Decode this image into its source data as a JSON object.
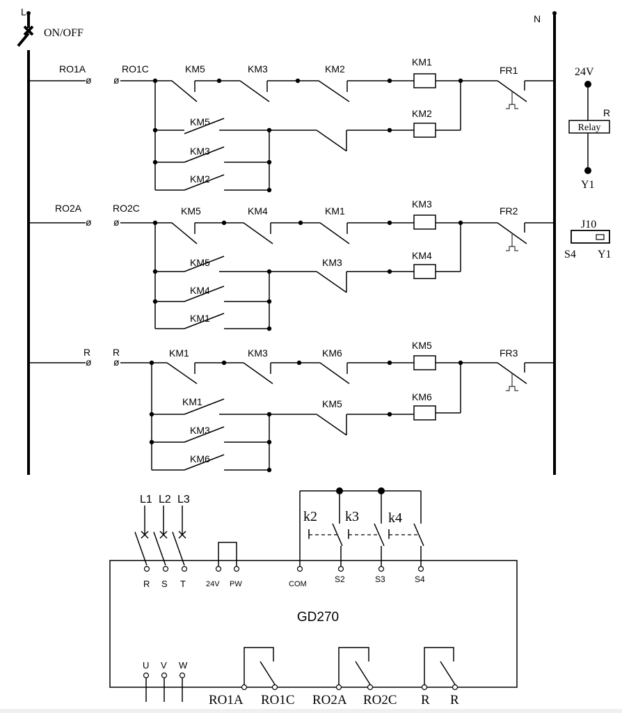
{
  "supply": {
    "line": "L",
    "neutral": "N",
    "switch": "ON/OFF"
  },
  "circuits": [
    {
      "input_left": "RO1A",
      "input_right": "RO1C",
      "main_contacts": [
        "KM5",
        "KM3",
        "KM2"
      ],
      "main_coil": "KM1",
      "overload": "FR1",
      "parallel_contacts": [
        "KM5",
        "KM3",
        "KM2"
      ],
      "lower_series_contact": "",
      "lower_coil": "KM2"
    },
    {
      "input_left": "RO2A",
      "input_right": "RO2C",
      "main_contacts": [
        "KM5",
        "KM4",
        "KM1"
      ],
      "main_coil": "KM3",
      "overload": "FR2",
      "parallel_contacts": [
        "KM5",
        "KM4",
        "KM1"
      ],
      "lower_series_contact": "KM3",
      "lower_coil": "KM4"
    },
    {
      "input_left": "R",
      "input_right": "R",
      "main_contacts": [
        "KM1",
        "KM3",
        "KM6"
      ],
      "main_coil": "KM5",
      "overload": "FR3",
      "parallel_contacts": [
        "KM1",
        "KM3",
        "KM6"
      ],
      "lower_series_contact": "KM5",
      "lower_coil": "KM6"
    }
  ],
  "relay": {
    "voltage": "24V",
    "label": "Relay",
    "side_label": "R",
    "output": "Y1"
  },
  "jumper": {
    "label": "J10",
    "left": "S4",
    "right": "Y1"
  },
  "drive": {
    "model": "GD270",
    "inputs": [
      "L1",
      "L2",
      "L3"
    ],
    "input_terminals": [
      "R",
      "S",
      "T"
    ],
    "power_terminals": [
      "24V",
      "PW"
    ],
    "com": "COM",
    "digital_inputs": [
      "S2",
      "S3",
      "S4"
    ],
    "switches": [
      "k2",
      "k3",
      "k4"
    ],
    "outputs": [
      "U",
      "V",
      "W"
    ],
    "relay_terminals": [
      "RO1A",
      "RO1C",
      "RO2A",
      "RO2C",
      "R",
      "R"
    ]
  }
}
